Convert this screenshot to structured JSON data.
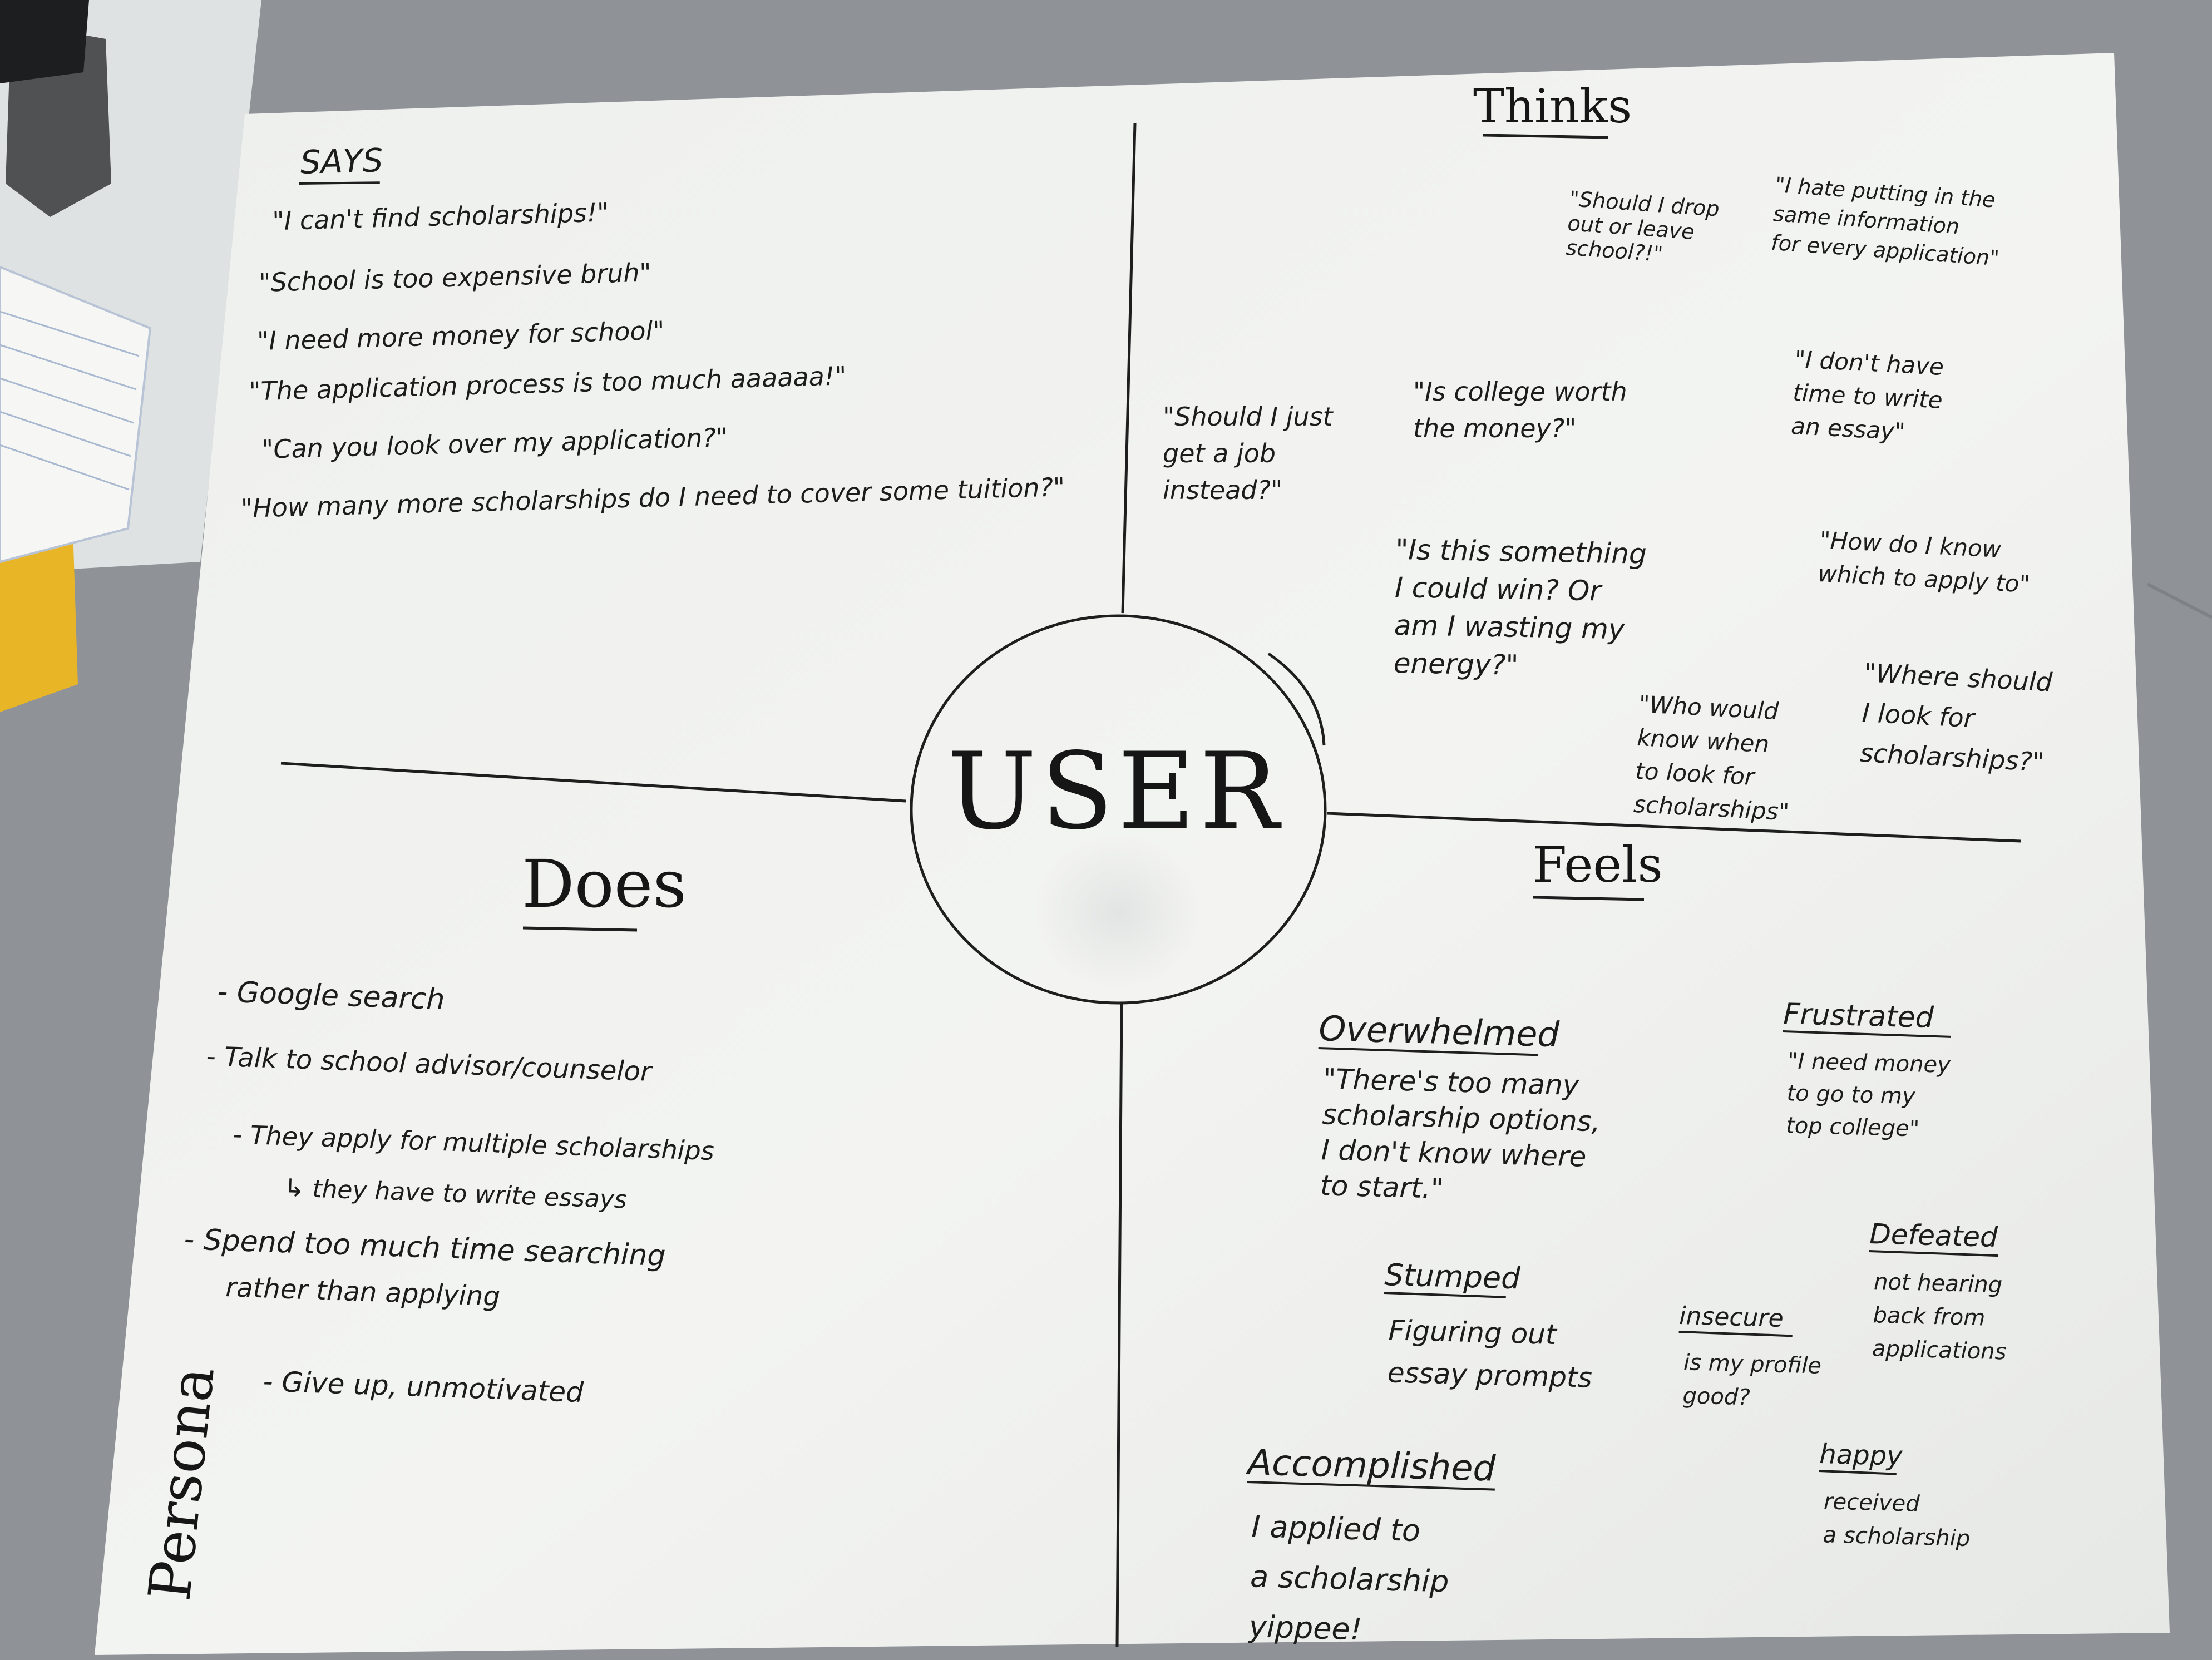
{
  "center": {
    "label": "USER"
  },
  "persona_label": "Persona",
  "quadrants": {
    "says": {
      "title": "SAYS",
      "items": [
        "\"I can't find scholarships!\"",
        "\"School is too expensive bruh\"",
        "\"I need more money for school\"",
        "\"The application process is too much aaaaaa!\"",
        "\"Can you look over my application?\"",
        "\"How many more scholarships do I need to cover some tuition?\""
      ]
    },
    "thinks": {
      "title": "Thinks",
      "items": [
        {
          "lines": [
            "\"Should I drop",
            "out or leave",
            "school?!\""
          ]
        },
        {
          "lines": [
            "\"I hate putting in the",
            "same information",
            "for every application\""
          ]
        },
        {
          "lines": [
            "\"I don't have",
            "time to write",
            "an essay\""
          ]
        },
        {
          "lines": [
            "\"Should I just",
            "get a job",
            "instead?\""
          ]
        },
        {
          "lines": [
            "\"Is college worth",
            "the money?\""
          ]
        },
        {
          "lines": [
            "\"Is this something",
            "I could win? Or",
            "am I wasting my",
            "energy?\""
          ]
        },
        {
          "lines": [
            "\"How do I know",
            "which to apply to\""
          ]
        },
        {
          "lines": [
            "\"Who would",
            "know when",
            "to look for",
            "scholarships\""
          ]
        },
        {
          "lines": [
            "\"Where should",
            "I look for",
            "scholarships?\""
          ]
        }
      ]
    },
    "does": {
      "title": "Does",
      "items": [
        "- Google search",
        "- Talk to school advisor/counselor",
        "- They apply for multiple scholarships",
        "↳ they have to write essays",
        "- Spend too much time searching",
        "rather than applying",
        "- Give up, unmotivated"
      ]
    },
    "feels": {
      "title": "Feels",
      "items": [
        {
          "heading": "Overwhelmed",
          "lines": [
            "\"There's too many",
            "scholarship options,",
            "I don't know where",
            "to start.\""
          ]
        },
        {
          "heading": "Frustrated",
          "lines": [
            "\"I need money",
            "to go to my",
            "top college\""
          ]
        },
        {
          "heading": "Defeated",
          "lines": [
            "not hearing",
            "back from",
            "applications"
          ]
        },
        {
          "heading": "Stumped",
          "lines": [
            "Figuring out",
            "essay prompts"
          ]
        },
        {
          "heading": "insecure",
          "lines": [
            "is my profile",
            "good?"
          ]
        },
        {
          "heading": "Accomplished",
          "lines": [
            "I applied to",
            "a scholarship",
            "yippee!"
          ]
        },
        {
          "heading": "happy",
          "lines": [
            "received",
            "a scholarship"
          ]
        }
      ]
    }
  }
}
